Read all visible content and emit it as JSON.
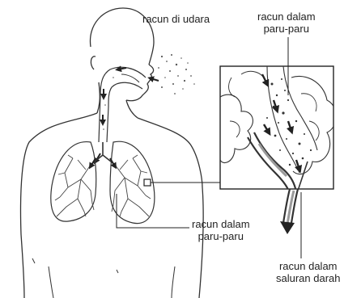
{
  "labels": {
    "air": "racun di udara",
    "lung_top": [
      "racun dalam",
      "paru-paru"
    ],
    "lung_bottom": [
      "racun dalam",
      "paru-paru"
    ],
    "blood": [
      "racun dalam",
      "saluran darah"
    ]
  },
  "colors": {
    "ink": "#222222",
    "paper": "#ffffff",
    "shade": "#9a9a9a"
  }
}
